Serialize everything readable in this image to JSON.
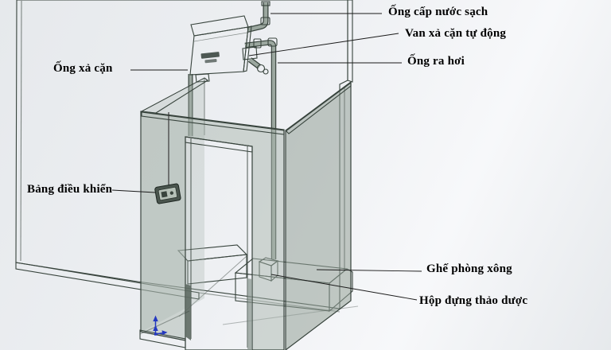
{
  "diagram": {
    "type": "3d-cad-steam-room-assembly",
    "labels": {
      "water_supply": "Ống cấp nước sạch",
      "auto_drain_valve": "Van xả cặn tự động",
      "steam_outlet": "Ống ra hơi",
      "drain_pipe": "Ống xả cặn",
      "control_panel": "Bảng điều khiển",
      "sauna_bench": "Ghế phòng xông",
      "herb_box": "Hộp đựng thảo dược"
    },
    "colors": {
      "bg_edge": "#e6e9ec",
      "bg_mid": "#eef0f3",
      "bg_light": "#f7f8fa",
      "glass": "#b6c0b8",
      "glass_light": "#c9d2c9",
      "glass_mid": "#a7b3ab",
      "glass_dark": "#93a098",
      "metal": "#9ba79f",
      "metal_dark": "#79867e",
      "solid_dark": "#59655e",
      "edge": "#37433c",
      "leader": "#1a1a1a",
      "label_text": "#000000",
      "axis_triad": "#2438c0"
    }
  }
}
